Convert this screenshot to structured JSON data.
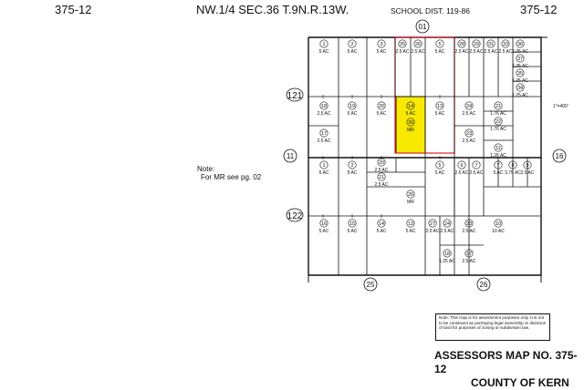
{
  "header": {
    "left_code": "375-12",
    "title": "NW.1/4 SEC.36 T.9N.R.13W.",
    "school_district": "SCHOOL DIST. 119-86",
    "right_code": "375-12"
  },
  "bubbles": {
    "top": "01",
    "left_upper": "121",
    "left_middle": "11",
    "left_lower": "122",
    "right": "16",
    "bottom_left": "25",
    "bottom_right": "26"
  },
  "side_note": {
    "line1": "Note:",
    "line2": "For MR see pg. 02"
  },
  "scale": "1\"=400'",
  "parcels": [
    {
      "n": "1",
      "a": "5 AC"
    },
    {
      "n": "2",
      "a": "5 AC"
    },
    {
      "n": "3",
      "a": "5 AC"
    },
    {
      "n": "25",
      "a": "2.5 AC"
    },
    {
      "n": "26",
      "a": "2.5 AC"
    },
    {
      "n": "5",
      "a": "5 AC"
    },
    {
      "n": "28",
      "a": "2.5 AC"
    },
    {
      "n": "29",
      "a": "2.5 AC"
    },
    {
      "n": "31",
      "a": "2.5 AC"
    },
    {
      "n": "33",
      "a": "2.5 AC"
    },
    {
      "n": "36",
      "a": "1.25 AC"
    },
    {
      "n": "37",
      "a": "1.25 AC"
    },
    {
      "n": "35",
      "a": "1.25 AC"
    },
    {
      "n": "34",
      "a": "1.25 AC"
    },
    {
      "n": "18",
      "a": "2.5 AC"
    },
    {
      "n": "19",
      "a": "5 AC"
    },
    {
      "n": "20",
      "a": "5 AC"
    },
    {
      "n": "14",
      "a": "5 AC"
    },
    {
      "n": "36",
      "a": "MR"
    },
    {
      "n": "13",
      "a": "5 AC"
    },
    {
      "n": "24",
      "a": "2.5 AC"
    },
    {
      "n": "21",
      "a": "1.76 AC"
    },
    {
      "n": "17",
      "a": "2.5 AC"
    },
    {
      "n": "23",
      "a": "2.5 AC"
    },
    {
      "n": "22",
      "a": "1.76 AC"
    },
    {
      "n": "11",
      "a": "1.26 AC"
    },
    {
      "n": "1",
      "a": "5 AC"
    },
    {
      "n": "2",
      "a": "5 AC"
    },
    {
      "n": "20",
      "a": "2.5 AC"
    },
    {
      "n": "21",
      "a": "2.5 AC"
    },
    {
      "n": "26",
      "a": "MR"
    },
    {
      "n": "5",
      "a": "5 AC"
    },
    {
      "n": "6",
      "a": "2.5 AC"
    },
    {
      "n": "7",
      "a": "2.5 AC"
    },
    {
      "n": "7",
      "a": "5 AC"
    },
    {
      "n": "8",
      "a": "3.75 AC"
    },
    {
      "n": "9",
      "a": "2.5 AC"
    },
    {
      "n": "16",
      "a": "5 AC"
    },
    {
      "n": "15",
      "a": "5 AC"
    },
    {
      "n": "14",
      "a": "5 AC"
    },
    {
      "n": "13",
      "a": "5 AC"
    },
    {
      "n": "27",
      "a": "2.5 AC"
    },
    {
      "n": "24",
      "a": "2.5 AC"
    },
    {
      "n": "23",
      "a": "2.5 AC"
    },
    {
      "n": "10",
      "a": "10 AC"
    },
    {
      "n": "18",
      "a": "1.25 AC"
    },
    {
      "n": "17",
      "a": "2.5 AC"
    }
  ],
  "legal_note": "Note: This map is for assessment purposes only. It is not to be construed as portraying legal ownership or divisions of land for purposes of zoning or subdivision law.",
  "footer": {
    "map_no": "ASSESSORS MAP NO. 375-12",
    "county": "COUNTY OF KERN"
  },
  "colors": {
    "highlight": "#f7ea00",
    "outline_red": "#e0202a",
    "ink": "#111111"
  }
}
